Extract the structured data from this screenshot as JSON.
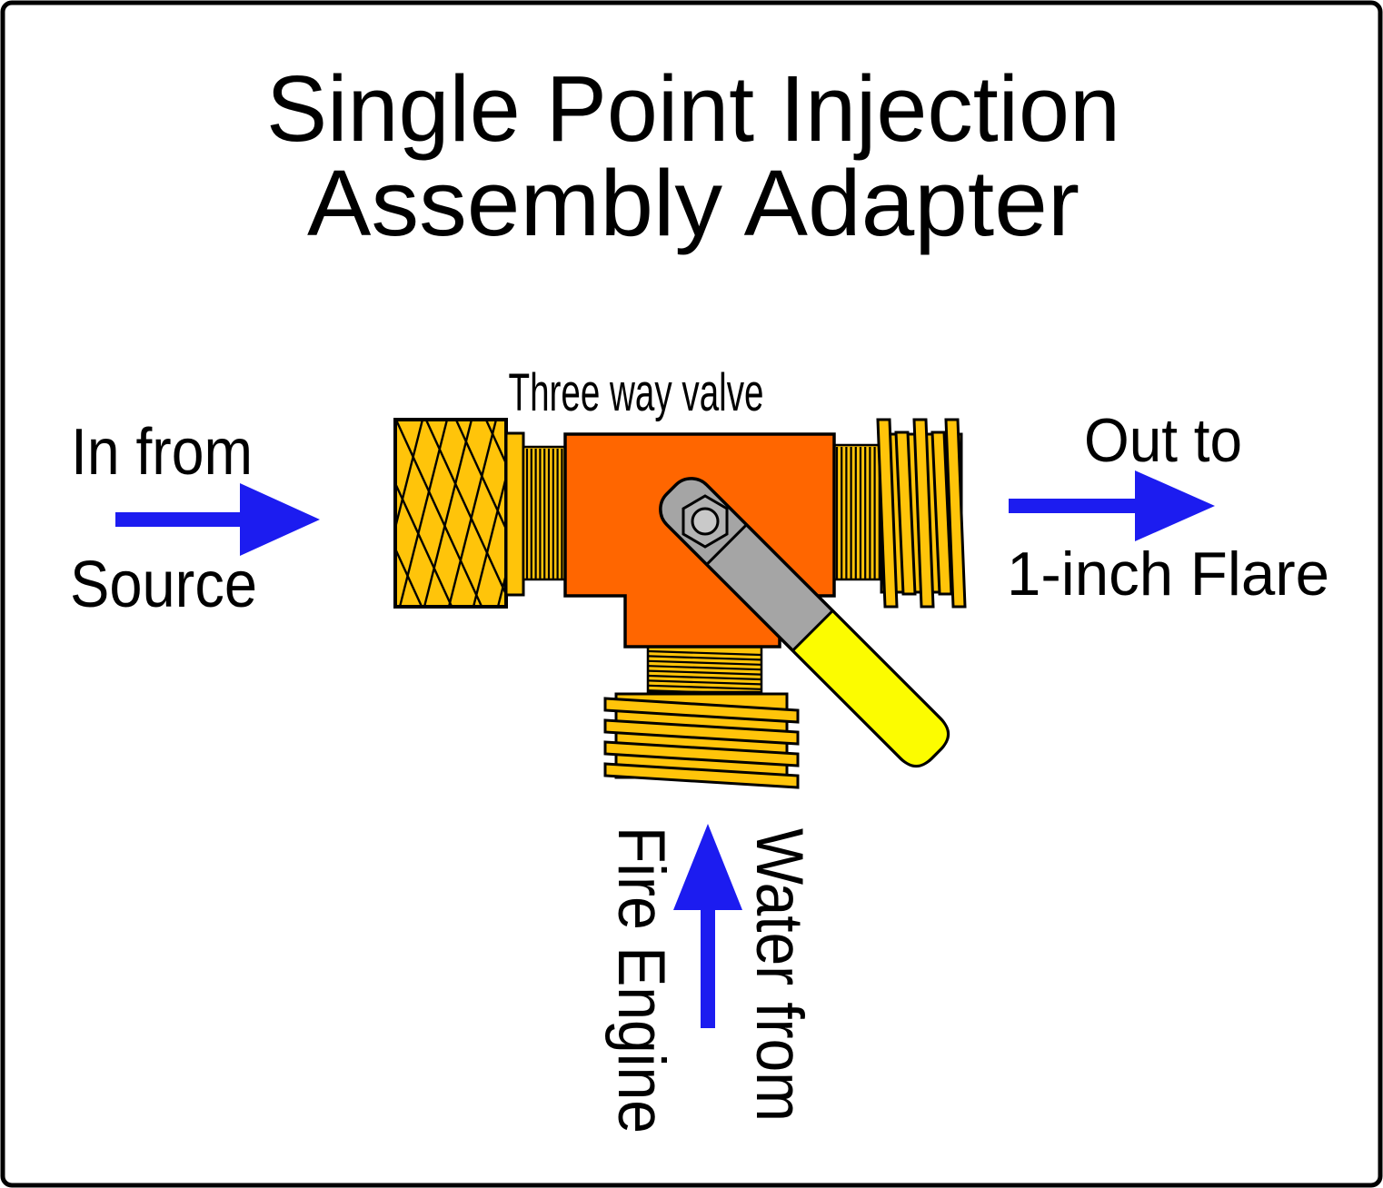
{
  "title": {
    "line1": "Single Point Injection",
    "line2": "Assembly Adapter"
  },
  "valve": {
    "label": "Three way valve"
  },
  "ports": {
    "inlet": {
      "line1": "In from",
      "line2": "Source",
      "arrow_direction": "right"
    },
    "outlet": {
      "line1": "Out to",
      "line2": "1-inch Flare",
      "arrow_direction": "right"
    },
    "bottom": {
      "line1": "Water from",
      "line2": "Fire Engine",
      "arrow_direction": "up"
    }
  },
  "colors": {
    "arrow_blue": "#1c1cf0",
    "brass_gold": "#ffc40a",
    "body_orange": "#ff6600",
    "handle_gray": "#a5a5a5",
    "hex_nut_gray": "#b3b3b3",
    "bolt_gray": "#c9c9c9",
    "handle_yellow": "#fcfc00",
    "outline_black": "#000000",
    "background": "#ffffff"
  }
}
